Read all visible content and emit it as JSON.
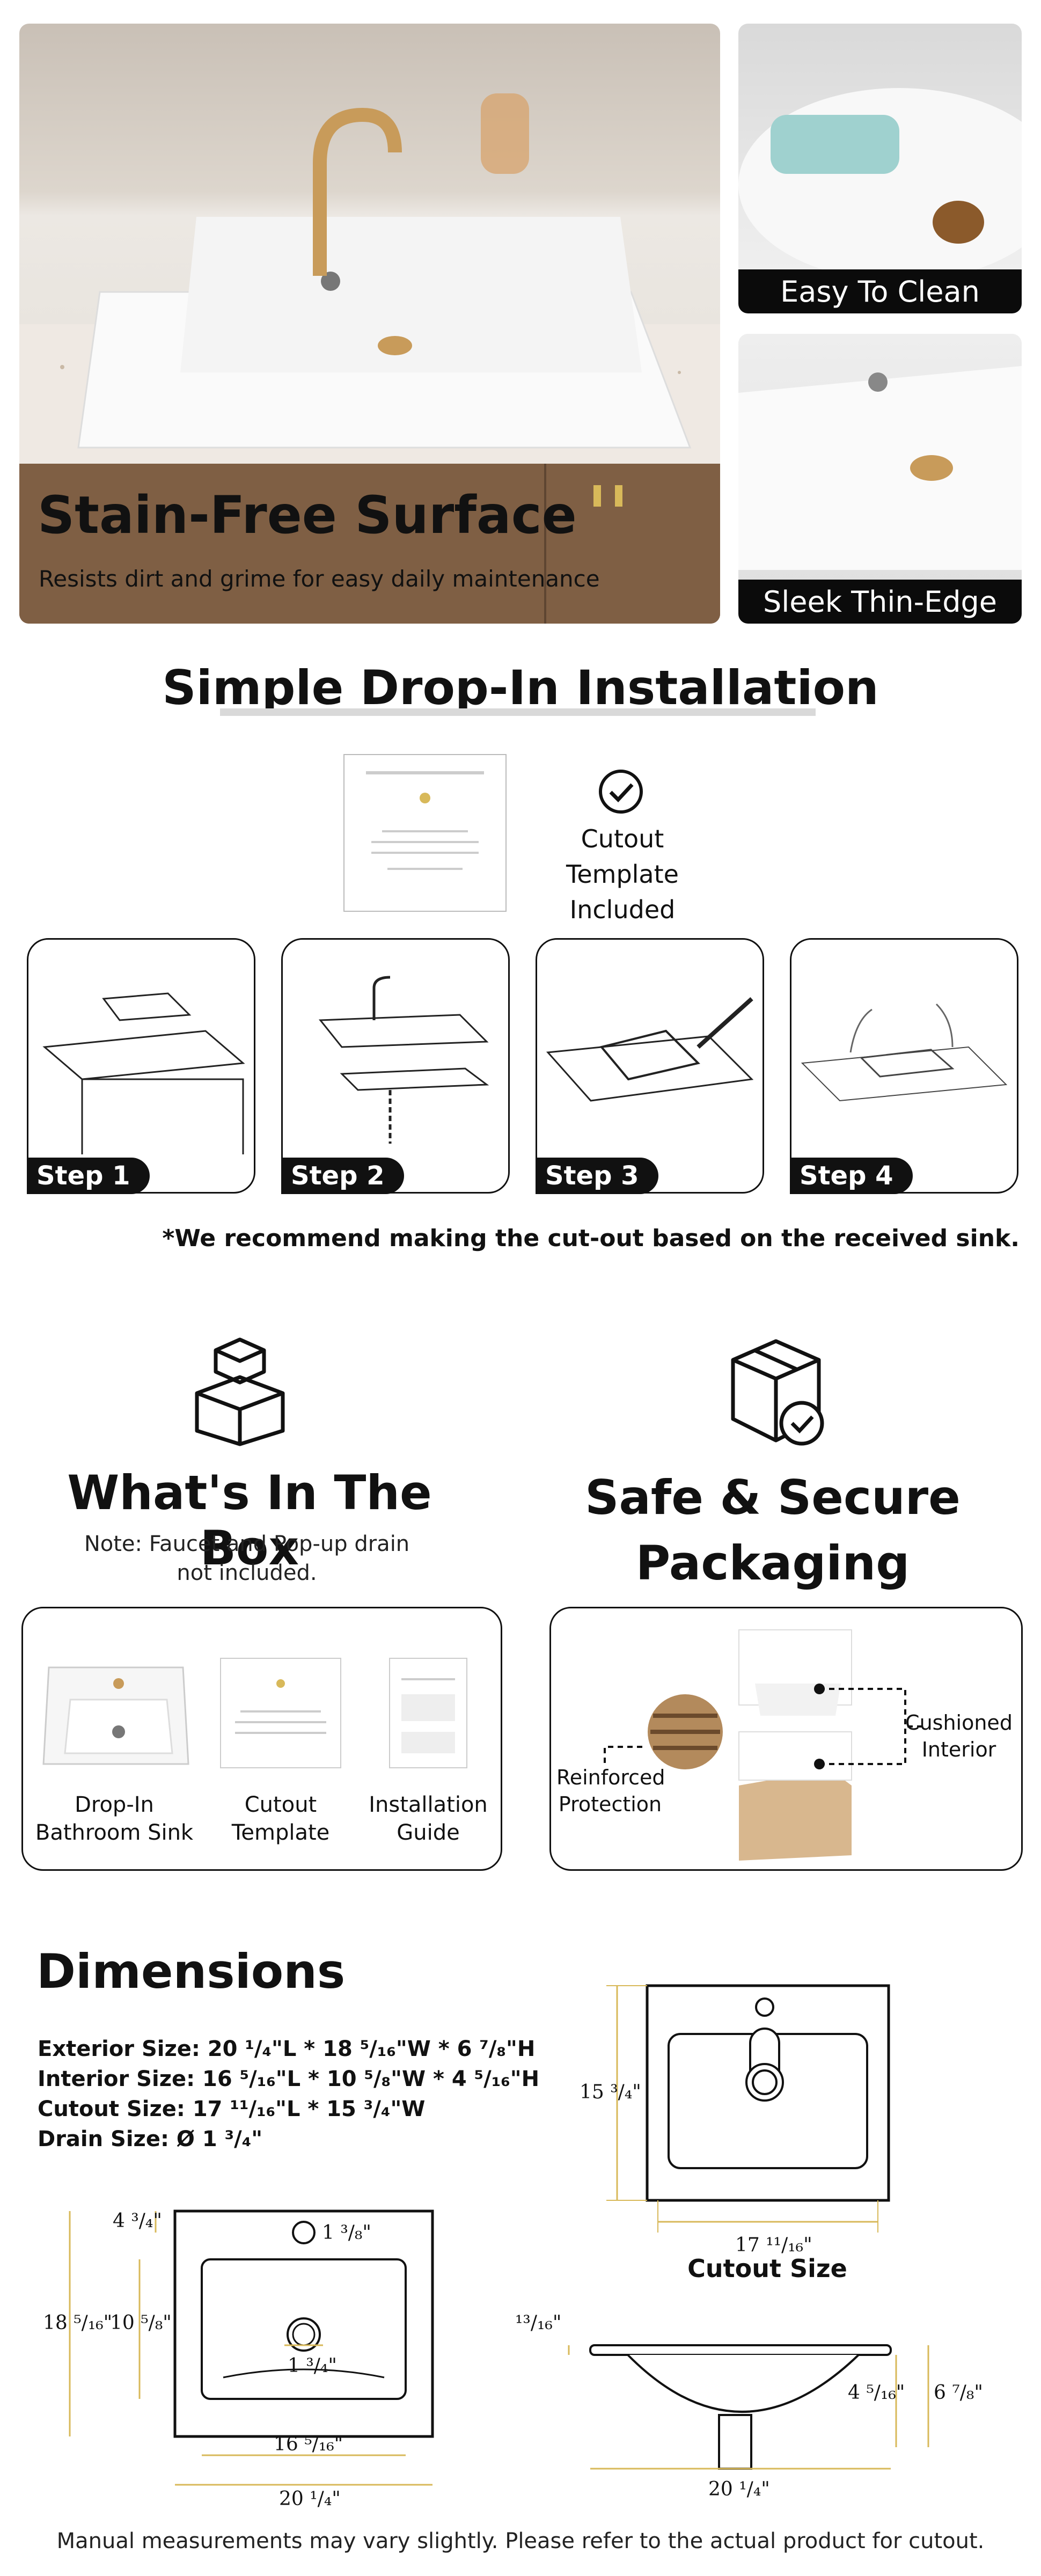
{
  "hero": {
    "title": "Stain-Free Surface",
    "subtitle": "Resists dirt and grime for easy daily maintenance",
    "side_top_caption": "Easy To Clean",
    "side_bottom_caption": "Sleek Thin-Edge"
  },
  "installation": {
    "heading": "Simple Drop-In Installation",
    "template_caption": "Cutout Template Included",
    "steps": [
      "Step 1",
      "Step 2",
      "Step 3",
      "Step 4"
    ],
    "note": "*We recommend making the cut-out based on the received sink."
  },
  "box": {
    "heading": "What's In The Box",
    "note": "Note: Faucet and Pop-up drain not included.",
    "items": [
      "Drop-In Bathroom Sink",
      "Cutout Template",
      "Installation Guide"
    ]
  },
  "packaging": {
    "heading": "Safe & Secure Packaging",
    "label_left": "Reinforced Protection",
    "label_right": "Cushioned Interior"
  },
  "dimensions": {
    "heading": "Dimensions",
    "specs": [
      {
        "label": "Exterior Size:",
        "value": "20 ¹/₄\"L * 18 ⁵/₁₆\"W * 6 ⁷/₈\"H"
      },
      {
        "label": "Interior Size:",
        "value": "16 ⁵/₁₆\"L * 10 ⁵/₈\"W * 4 ⁵/₁₆\"H"
      },
      {
        "label": "Cutout Size:",
        "value": "17 ¹¹/₁₆\"L * 15 ³/₄\"W"
      },
      {
        "label": "Drain Size:",
        "value": "Ø 1 ³/₄\""
      }
    ],
    "cutout_caption": "Cutout Size",
    "labels": {
      "cut_h": "15 ³/₄\"",
      "cut_w": "17 ¹¹/₁₆\"",
      "top_a": "4 ³/₄\"",
      "top_b": "1 ³/₈\"",
      "outer_h": "18 ⁵/₁₆\"",
      "inner_h": "10 ⁵/₈\"",
      "drain": "1 ³/₄\"",
      "inner_w": "16 ⁵/₁₆\"",
      "outer_w": "20 ¹/₄\"",
      "rim": "¹³/₁₆\"",
      "depth_in": "4 ⁵/₁₆\"",
      "depth_out": "6 ⁷/₈\"",
      "side_w": "20 ¹/₄\""
    },
    "footer": "Manual measurements may vary slightly. Please refer to the actual product for cutout."
  },
  "colors": {
    "accent_gold": "#d8b95a",
    "dark": "#111111"
  }
}
